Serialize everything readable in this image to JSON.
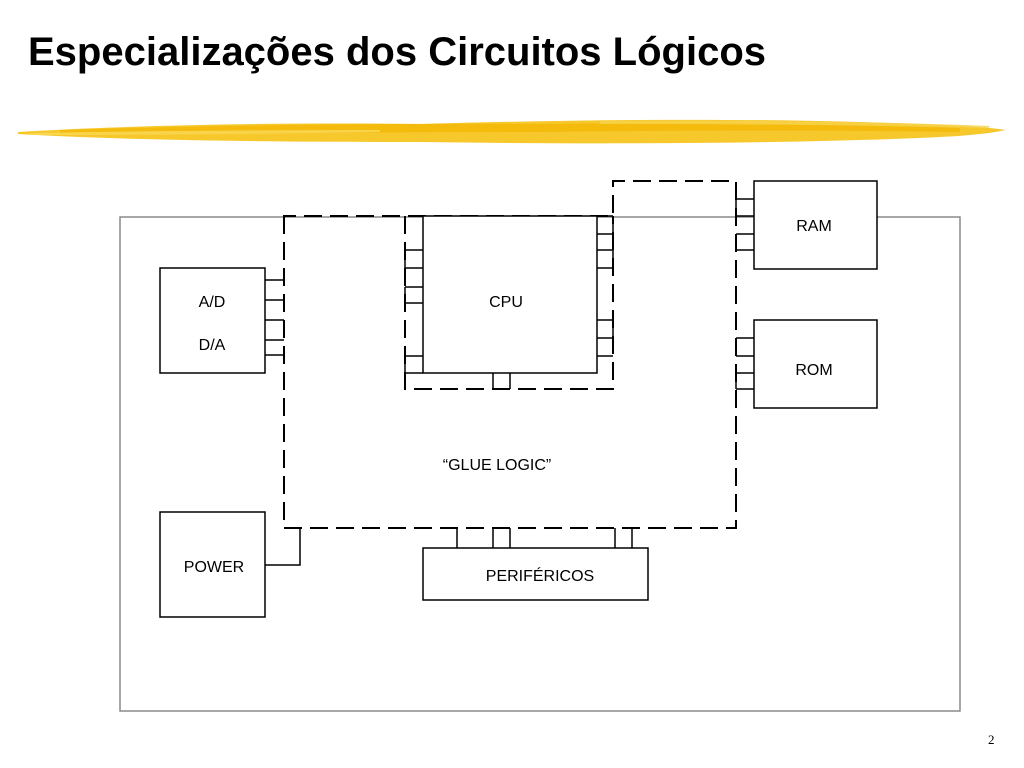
{
  "slide": {
    "title": "Especializações dos Circuitos Lógicos",
    "page_number": "2"
  },
  "diagram": {
    "ad_label": "A/D",
    "da_label": "D/A",
    "cpu_label": "CPU",
    "ram_label": "RAM",
    "rom_label": "ROM",
    "glue_label": "“GLUE LOGIC”",
    "power_label": "POWER",
    "peripherals_label": "PERIFÉRICOS"
  },
  "colors": {
    "accent": "#F5C518",
    "line": "#000000"
  }
}
